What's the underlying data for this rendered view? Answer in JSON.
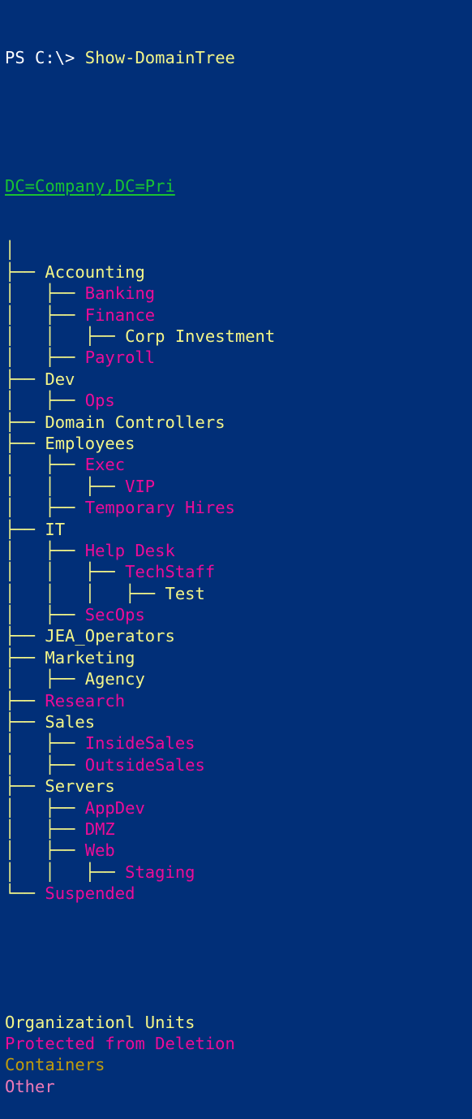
{
  "colors": {
    "background": "#012f78",
    "prompt": "#ffffff",
    "command": "#f3f588",
    "root": "#19c232",
    "organizational_unit": "#f3f588",
    "protected": "#ed0c98",
    "container": "#c19c0c",
    "other": "#f07ab8"
  },
  "prompt": {
    "text": "PS C:\\> ",
    "command": "Show-DomainTree"
  },
  "root": "DC=Company,DC=Pri",
  "tree": [
    {
      "guide": "│",
      "label": "",
      "kind": "ou"
    },
    {
      "guide": "├── ",
      "label": "Accounting",
      "kind": "ou"
    },
    {
      "guide": "│   ├── ",
      "label": "Banking",
      "kind": "protected"
    },
    {
      "guide": "│   ├── ",
      "label": "Finance",
      "kind": "protected"
    },
    {
      "guide": "│   │   ├── ",
      "label": "Corp Investment",
      "kind": "ou"
    },
    {
      "guide": "│   ├── ",
      "label": "Payroll",
      "kind": "protected"
    },
    {
      "guide": "├── ",
      "label": "Dev",
      "kind": "ou"
    },
    {
      "guide": "│   ├── ",
      "label": "Ops",
      "kind": "protected"
    },
    {
      "guide": "├── ",
      "label": "Domain Controllers",
      "kind": "ou"
    },
    {
      "guide": "├── ",
      "label": "Employees",
      "kind": "ou"
    },
    {
      "guide": "│   ├── ",
      "label": "Exec",
      "kind": "protected"
    },
    {
      "guide": "│   │   ├── ",
      "label": "VIP",
      "kind": "protected"
    },
    {
      "guide": "│   ├── ",
      "label": "Temporary Hires",
      "kind": "protected"
    },
    {
      "guide": "├── ",
      "label": "IT",
      "kind": "ou"
    },
    {
      "guide": "│   ├── ",
      "label": "Help Desk",
      "kind": "protected"
    },
    {
      "guide": "│   │   ├── ",
      "label": "TechStaff",
      "kind": "protected"
    },
    {
      "guide": "│   │   │   ├── ",
      "label": "Test",
      "kind": "ou"
    },
    {
      "guide": "│   ├── ",
      "label": "SecOps",
      "kind": "protected"
    },
    {
      "guide": "├── ",
      "label": "JEA_Operators",
      "kind": "ou"
    },
    {
      "guide": "├── ",
      "label": "Marketing",
      "kind": "ou"
    },
    {
      "guide": "│   ├── ",
      "label": "Agency",
      "kind": "ou"
    },
    {
      "guide": "├── ",
      "label": "Research",
      "kind": "protected"
    },
    {
      "guide": "├── ",
      "label": "Sales",
      "kind": "ou"
    },
    {
      "guide": "│   ├── ",
      "label": "InsideSales",
      "kind": "protected"
    },
    {
      "guide": "│   ├── ",
      "label": "OutsideSales",
      "kind": "protected"
    },
    {
      "guide": "├── ",
      "label": "Servers",
      "kind": "ou"
    },
    {
      "guide": "│   ├── ",
      "label": "AppDev",
      "kind": "protected"
    },
    {
      "guide": "│   ├── ",
      "label": "DMZ",
      "kind": "protected"
    },
    {
      "guide": "│   ├── ",
      "label": "Web",
      "kind": "protected"
    },
    {
      "guide": "│   │   ├── ",
      "label": "Staging",
      "kind": "protected"
    },
    {
      "guide": "└── ",
      "label": "Suspended",
      "kind": "protected"
    }
  ],
  "legend": [
    {
      "label": "Organizationl Units",
      "kind": "ou"
    },
    {
      "label": "Protected from Deletion",
      "kind": "protected"
    },
    {
      "label": "Containers",
      "kind": "container"
    },
    {
      "label": "Other",
      "kind": "other"
    }
  ]
}
